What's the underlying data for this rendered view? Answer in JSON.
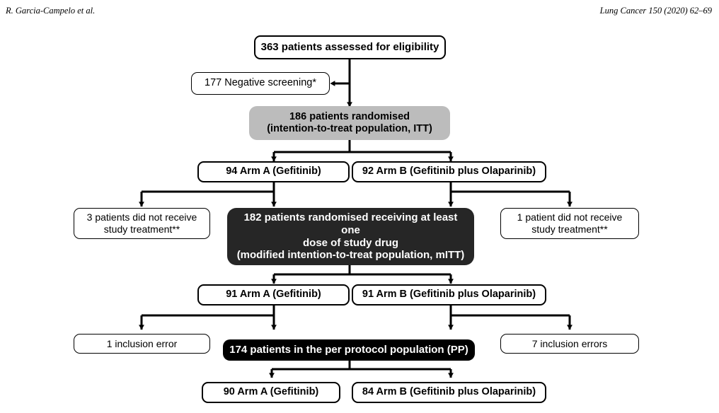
{
  "running_head": {
    "left": "R. Garcia-Campelo et al.",
    "right": "Lung Cancer 150 (2020) 62–69"
  },
  "colors": {
    "line": "#000000",
    "box_border": "#000000",
    "box_fill": "#ffffff",
    "gray_fill": "#bcbcbc",
    "dark_fill": "#262626",
    "black_fill": "#000000",
    "dark_text": "#ffffff"
  },
  "chart_data": {
    "type": "diagram",
    "title": "CONSORT patient flow diagram",
    "nodes": [
      {
        "id": "eligibility",
        "label": "363 patients assessed for eligibility",
        "style": "white-rounded-bold",
        "count": 363
      },
      {
        "id": "negative-screening",
        "label": "177 Negative screening*",
        "style": "white-rounded-plain",
        "count": 177
      },
      {
        "id": "itt",
        "label_line1": "186 patients randomised",
        "label_line2": "(intention-to-treat population, ITT)",
        "style": "gray-rounded-bold",
        "count": 186
      },
      {
        "id": "itt-arm-a",
        "label": "94 Arm A (Gefitinib)",
        "style": "white-rounded-bold",
        "count": 94
      },
      {
        "id": "itt-arm-b",
        "label": "92 Arm B (Gefitinib plus Olaparinib)",
        "style": "white-rounded-bold",
        "count": 92
      },
      {
        "id": "excl-left-1",
        "label_line1": "3 patients did not receive",
        "label_line2": "study treatment**",
        "style": "white-rounded-plain",
        "count": 3
      },
      {
        "id": "mitt",
        "label_line1": "182 patients randomised receiving at least one",
        "label_line2": "dose of study drug",
        "label_line3": "(modified intention-to-treat population, mITT)",
        "style": "dark-rounded-bold",
        "count": 182
      },
      {
        "id": "excl-right-1",
        "label_line1": "1 patient did not receive",
        "label_line2": "study treatment**",
        "style": "white-rounded-plain",
        "count": 1
      },
      {
        "id": "mitt-arm-a",
        "label": "91 Arm A (Gefitinib)",
        "style": "white-rounded-bold",
        "count": 91
      },
      {
        "id": "mitt-arm-b",
        "label": "91 Arm B (Gefitinib plus Olaparinib)",
        "style": "white-rounded-bold",
        "count": 91
      },
      {
        "id": "excl-left-2",
        "label": "1 inclusion error",
        "style": "white-rounded-plain",
        "count": 1
      },
      {
        "id": "pp",
        "label": "174 patients in the per protocol population (PP)",
        "style": "black-rounded-bold",
        "count": 174
      },
      {
        "id": "excl-right-2",
        "label": "7 inclusion errors",
        "style": "white-rounded-plain",
        "count": 7
      },
      {
        "id": "pp-arm-a",
        "label": "90 Arm A (Gefitinib)",
        "style": "white-rounded-bold",
        "count": 90
      },
      {
        "id": "pp-arm-b",
        "label": "84 Arm B (Gefitinib plus Olaparinib)",
        "style": "white-rounded-bold",
        "count": 84
      }
    ],
    "edges": [
      {
        "from": "eligibility",
        "to": "negative-screening",
        "type": "branch-left-arrow"
      },
      {
        "from": "eligibility",
        "to": "itt",
        "type": "straight-arrow"
      },
      {
        "from": "itt",
        "to": "itt-arm-a",
        "type": "split-arrow"
      },
      {
        "from": "itt",
        "to": "itt-arm-b",
        "type": "split-arrow"
      },
      {
        "from": "itt-arm-a",
        "to": "excl-left-1",
        "type": "split-arrow"
      },
      {
        "from": "itt-arm-a",
        "to": "mitt",
        "type": "split-arrow"
      },
      {
        "from": "itt-arm-b",
        "to": "mitt",
        "type": "split-arrow"
      },
      {
        "from": "itt-arm-b",
        "to": "excl-right-1",
        "type": "split-arrow"
      },
      {
        "from": "mitt",
        "to": "mitt-arm-a",
        "type": "split-arrow"
      },
      {
        "from": "mitt",
        "to": "mitt-arm-b",
        "type": "split-arrow"
      },
      {
        "from": "mitt-arm-a",
        "to": "excl-left-2",
        "type": "split-arrow"
      },
      {
        "from": "mitt-arm-a",
        "to": "pp",
        "type": "split-arrow"
      },
      {
        "from": "mitt-arm-b",
        "to": "pp",
        "type": "split-arrow"
      },
      {
        "from": "mitt-arm-b",
        "to": "excl-right-2",
        "type": "split-arrow"
      },
      {
        "from": "pp",
        "to": "pp-arm-a",
        "type": "split-arrow"
      },
      {
        "from": "pp",
        "to": "pp-arm-b",
        "type": "split-arrow"
      }
    ],
    "footnotes": [
      "*",
      "**"
    ]
  }
}
